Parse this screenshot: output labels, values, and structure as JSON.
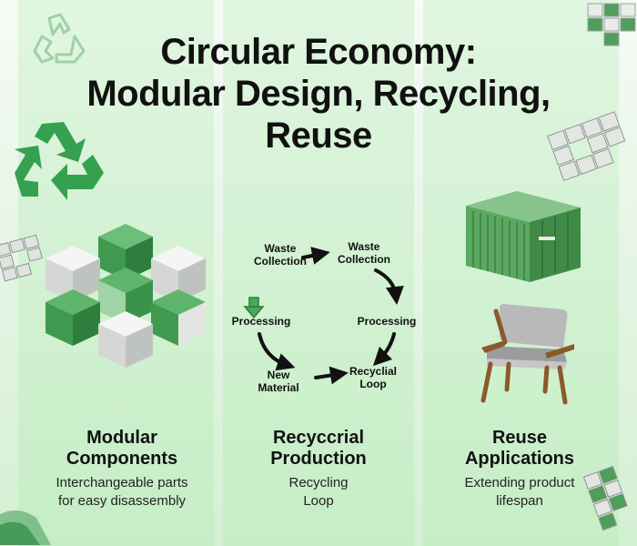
{
  "title": {
    "line1": "Circular Economy:",
    "line2": "Modular Design, Recycling,",
    "line3": "Reuse"
  },
  "columns": [
    {
      "heading": [
        "Modular",
        "Components"
      ],
      "description": [
        "Interchangeable parts",
        "for easy disassembly"
      ],
      "icon": "modular-cubes-icon"
    },
    {
      "heading": [
        "Recyccrial",
        "Production"
      ],
      "description": [
        "Recycling",
        "Loop"
      ],
      "icon": "recycling-loop-diagram"
    },
    {
      "heading": [
        "Reuse",
        "Applications"
      ],
      "description": [
        "Extending product",
        "lifespan"
      ],
      "icon": "shipping-container-icon"
    }
  ],
  "loop": {
    "nodes": {
      "waste_collection_left": [
        "Waste",
        "Collection"
      ],
      "waste_collection_right": [
        "Waste",
        "Collection"
      ],
      "processing_left": [
        "Processing"
      ],
      "processing_right": [
        "Processing"
      ],
      "new_material": [
        "New",
        "Material"
      ],
      "recyclial_loop": [
        "Recyclial",
        "Loop"
      ]
    }
  },
  "icons": [
    "recycle-outline-icon",
    "recycle-green-icon",
    "modular-cubes-icon",
    "shipping-container-icon",
    "armchair-icon",
    "grid-blocks-icon"
  ],
  "colors": {
    "accent_green": "#3d9a4e",
    "light_green": "#8fd18f",
    "text_dark": "#111111"
  }
}
